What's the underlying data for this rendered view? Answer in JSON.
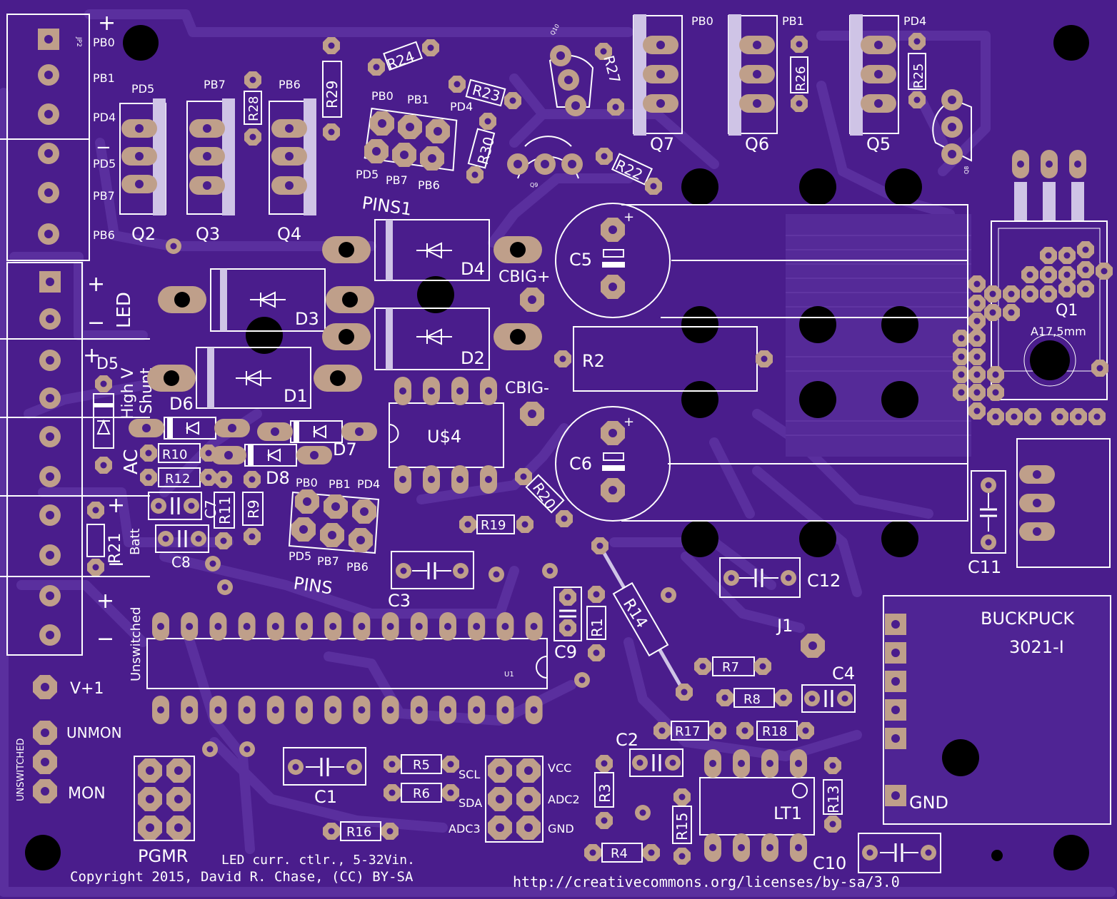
{
  "colors": {
    "board": "#4a1d8c",
    "trace": "#5a2f9e",
    "pad": "#bf9f8a",
    "silk": "#ffffff",
    "hole": "#000000"
  },
  "header_left": {
    "plus": "+",
    "rows": [
      "PB0",
      "PB1",
      "PD4",
      "PD5",
      "PB7",
      "PB6"
    ],
    "jp_label": "JP2",
    "minus": "−"
  },
  "q_labels": {
    "q2": "Q2",
    "q3": "Q3",
    "q4": "Q4",
    "q5": "Q5",
    "q6": "Q6",
    "q7": "Q7",
    "q8": "Q8",
    "q9": "Q9",
    "q1": "Q1",
    "q10": "Q10"
  },
  "port_labels": {
    "q2_top": "PD5",
    "q3_top": "PB7",
    "q4_top": "PB6",
    "q7_top": "PB0",
    "q6_top": "PB1",
    "q5_top": "PD4"
  },
  "pins1": {
    "title": "PINS1",
    "top": [
      "PB0",
      "PB1"
    ],
    "right_top": "PD4",
    "bottom": [
      "PD5",
      "PB7",
      "PB6"
    ]
  },
  "pins": {
    "title": "PINS",
    "top": [
      "PB0",
      "PB1",
      "PD4"
    ],
    "bottom": [
      "PD5",
      "PB7",
      "PB6"
    ]
  },
  "resistors": {
    "r24": "R24",
    "r23": "R23",
    "r22": "R22",
    "r27": "R27",
    "r26": "R26",
    "r25": "R25",
    "r28": "R28",
    "r29": "R29",
    "r30": "R30",
    "r10": "R10",
    "r12": "R12",
    "r11": "R11",
    "r9": "R9",
    "r21": "R21",
    "r20": "R20",
    "r19": "R19",
    "r14": "R14",
    "r1": "R1",
    "r7": "R7",
    "r8": "R8",
    "r17": "R17",
    "r18": "R18",
    "r5": "R5",
    "r6": "R6",
    "r16": "R16",
    "r3": "R3",
    "r4": "R4",
    "r15": "R15",
    "r13": "R13",
    "r2": "R2"
  },
  "diodes": {
    "d1": "D1",
    "d2": "D2",
    "d3": "D3",
    "d4": "D4",
    "d5": "D5",
    "d6": "D6",
    "d7": "D7",
    "d8": "D8"
  },
  "caps": {
    "c1": "C1",
    "c2": "C2",
    "c3": "C3",
    "c4": "C4",
    "c5": "C5",
    "c6": "C6",
    "c7": "C7",
    "c8": "C8",
    "c9": "C9",
    "c10": "C10",
    "c11": "C11",
    "c12": "C12"
  },
  "labels": {
    "cbig_plus": "CBIG+",
    "cbig_minus": "CBIG-",
    "u4": "U$4",
    "u1": "U1",
    "j1": "J1",
    "lt1": "LT1",
    "q1_heatsink": "A17,5mm",
    "buckpuck_1": "BUCKPUCK",
    "buckpuck_2": "3021-I",
    "gnd": "GND",
    "pgmr": "PGMR",
    "led": "LED",
    "high_v": "High V",
    "shunt": "Shunt",
    "ac": "AC",
    "batt": "Batt",
    "unswitched_v": "Unswitched",
    "unswitched_h": "UNSWITCHED",
    "v_plus_1": "V+1",
    "unmon": "UNMON",
    "mon": "MON",
    "scl": "SCL",
    "sda": "SDA",
    "adc3": "ADC3",
    "vcc": "VCC",
    "adc2": "ADC2",
    "gnd2": "GND",
    "plus": "+",
    "minus": "−"
  },
  "footer": {
    "line1": "LED curr. ctlr., 5-32Vin.",
    "line2": "Copyright 2015, David R. Chase, (CC) BY-SA",
    "url": "http://creativecommons.org/licenses/by-sa/3.0"
  }
}
